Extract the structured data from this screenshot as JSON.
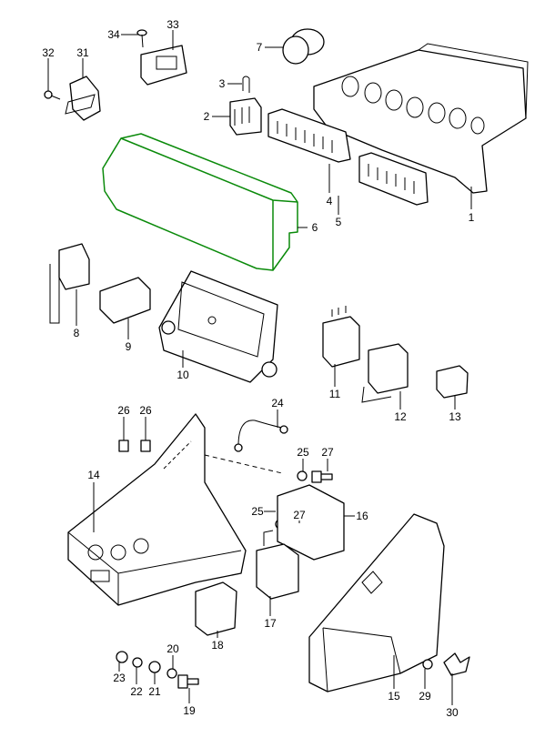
{
  "diagram": {
    "highlight_color": "#0a8a0a",
    "highlighted_part": "6",
    "labels": [
      "34",
      "33",
      "32",
      "31",
      "7",
      "3",
      "2",
      "4",
      "5",
      "1",
      "6",
      "8",
      "9",
      "10",
      "11",
      "12",
      "13",
      "24",
      "26",
      "26",
      "25",
      "27",
      "14",
      "25",
      "27",
      "16",
      "17",
      "18",
      "20",
      "23",
      "22",
      "21",
      "19",
      "15",
      "29",
      "30"
    ]
  }
}
